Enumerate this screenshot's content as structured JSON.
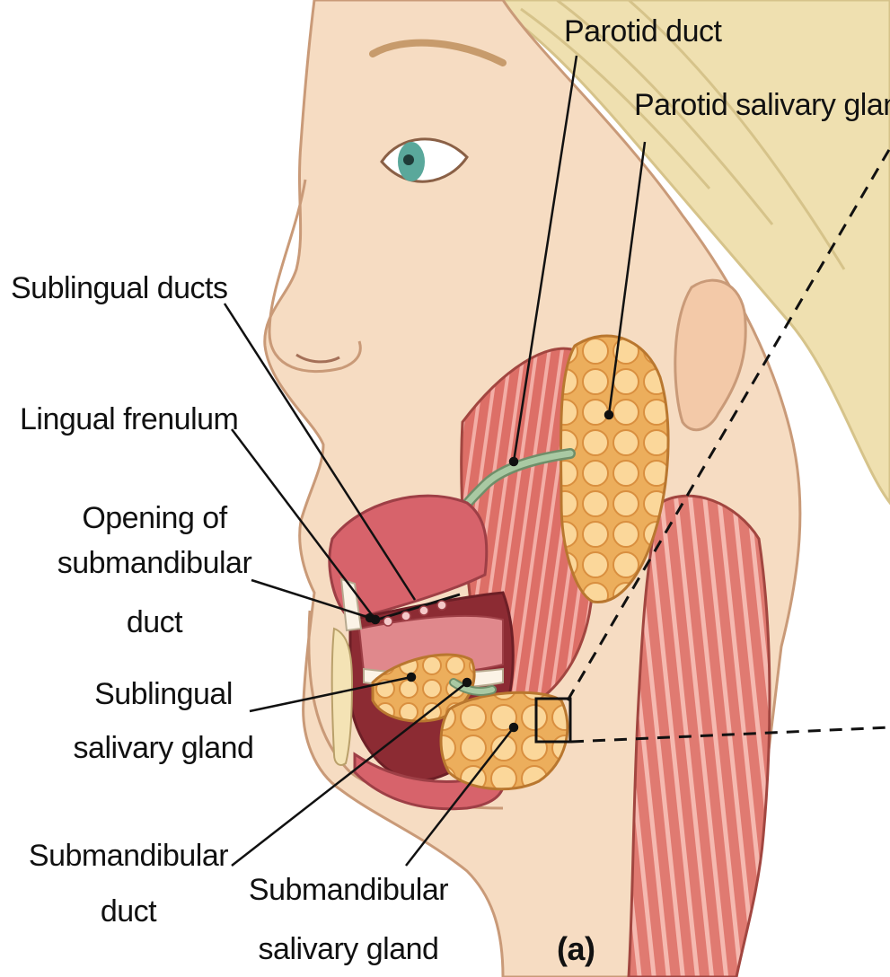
{
  "labels": {
    "parotid_duct": "Parotid duct",
    "parotid_gland": "Parotid salivary gland",
    "sublingual_ducts": "Sublingual ducts",
    "lingual_frenulum": "Lingual frenulum",
    "opening_submandibular": [
      "Opening of",
      "submandibular",
      "duct"
    ],
    "sublingual_gland": [
      "Sublingual",
      "salivary gland"
    ],
    "submandibular_duct": [
      "Submandibular",
      "duct"
    ],
    "submandibular_gland": [
      "Submandibular",
      "salivary gland"
    ],
    "panel": "(a)"
  },
  "colors": {
    "skin": "#f6dcc2",
    "skin_shadow": "#e9bd98",
    "hair": "#efe0b0",
    "muscle": "#dd6f67",
    "muscle_stripe": "#f3aea6",
    "gland": "#f1bd6c",
    "gland_lobule": "#fbd79a",
    "tongue": "#d7636b",
    "duct": "#a9c9a3",
    "eye_iris": "#5aa89b"
  }
}
